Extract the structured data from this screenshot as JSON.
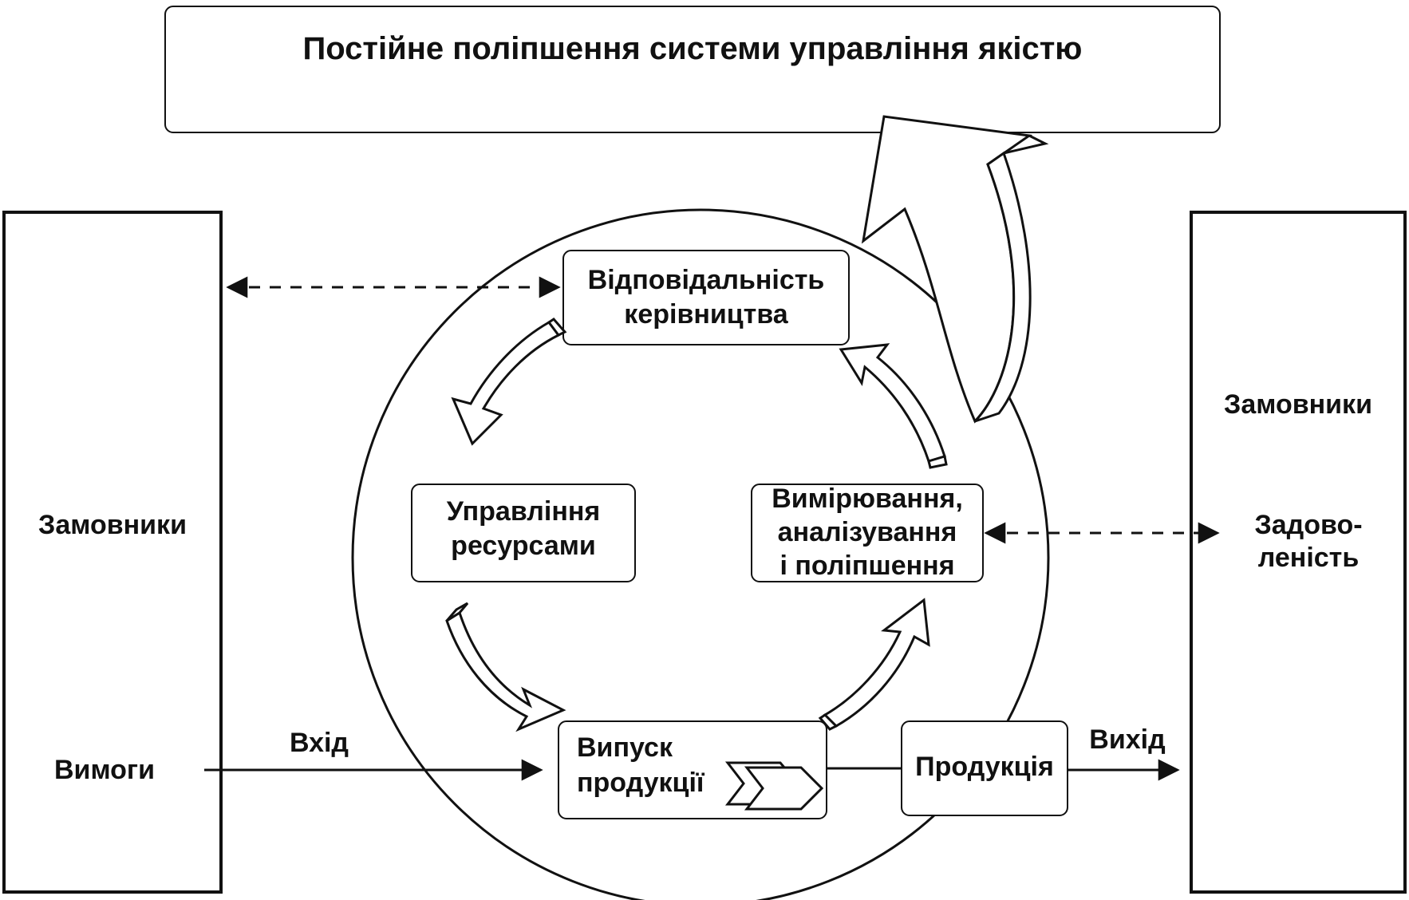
{
  "title": "Постійне поліпшення системи управління якістю",
  "left_panel": {
    "label": "Замовники",
    "requirements": "Вимоги"
  },
  "right_panel": {
    "label": "Замовники",
    "satisfaction_line1": "Задово-",
    "satisfaction_line2": "леність"
  },
  "processes": {
    "management_line1": "Відповідальність",
    "management_line2": "керівництва",
    "resources_line1": "Управління",
    "resources_line2": "ресурсами",
    "measurement_line1": "Вимірювання,",
    "measurement_line2": "аналізування",
    "measurement_line3": "і поліпшення",
    "production_line1": "Випуск",
    "production_line2": "продукції"
  },
  "flow": {
    "input": "Вхід",
    "output": "Вихід",
    "product": "Продукція"
  },
  "colors": {
    "ink": "#111111",
    "background": "#ffffff"
  }
}
